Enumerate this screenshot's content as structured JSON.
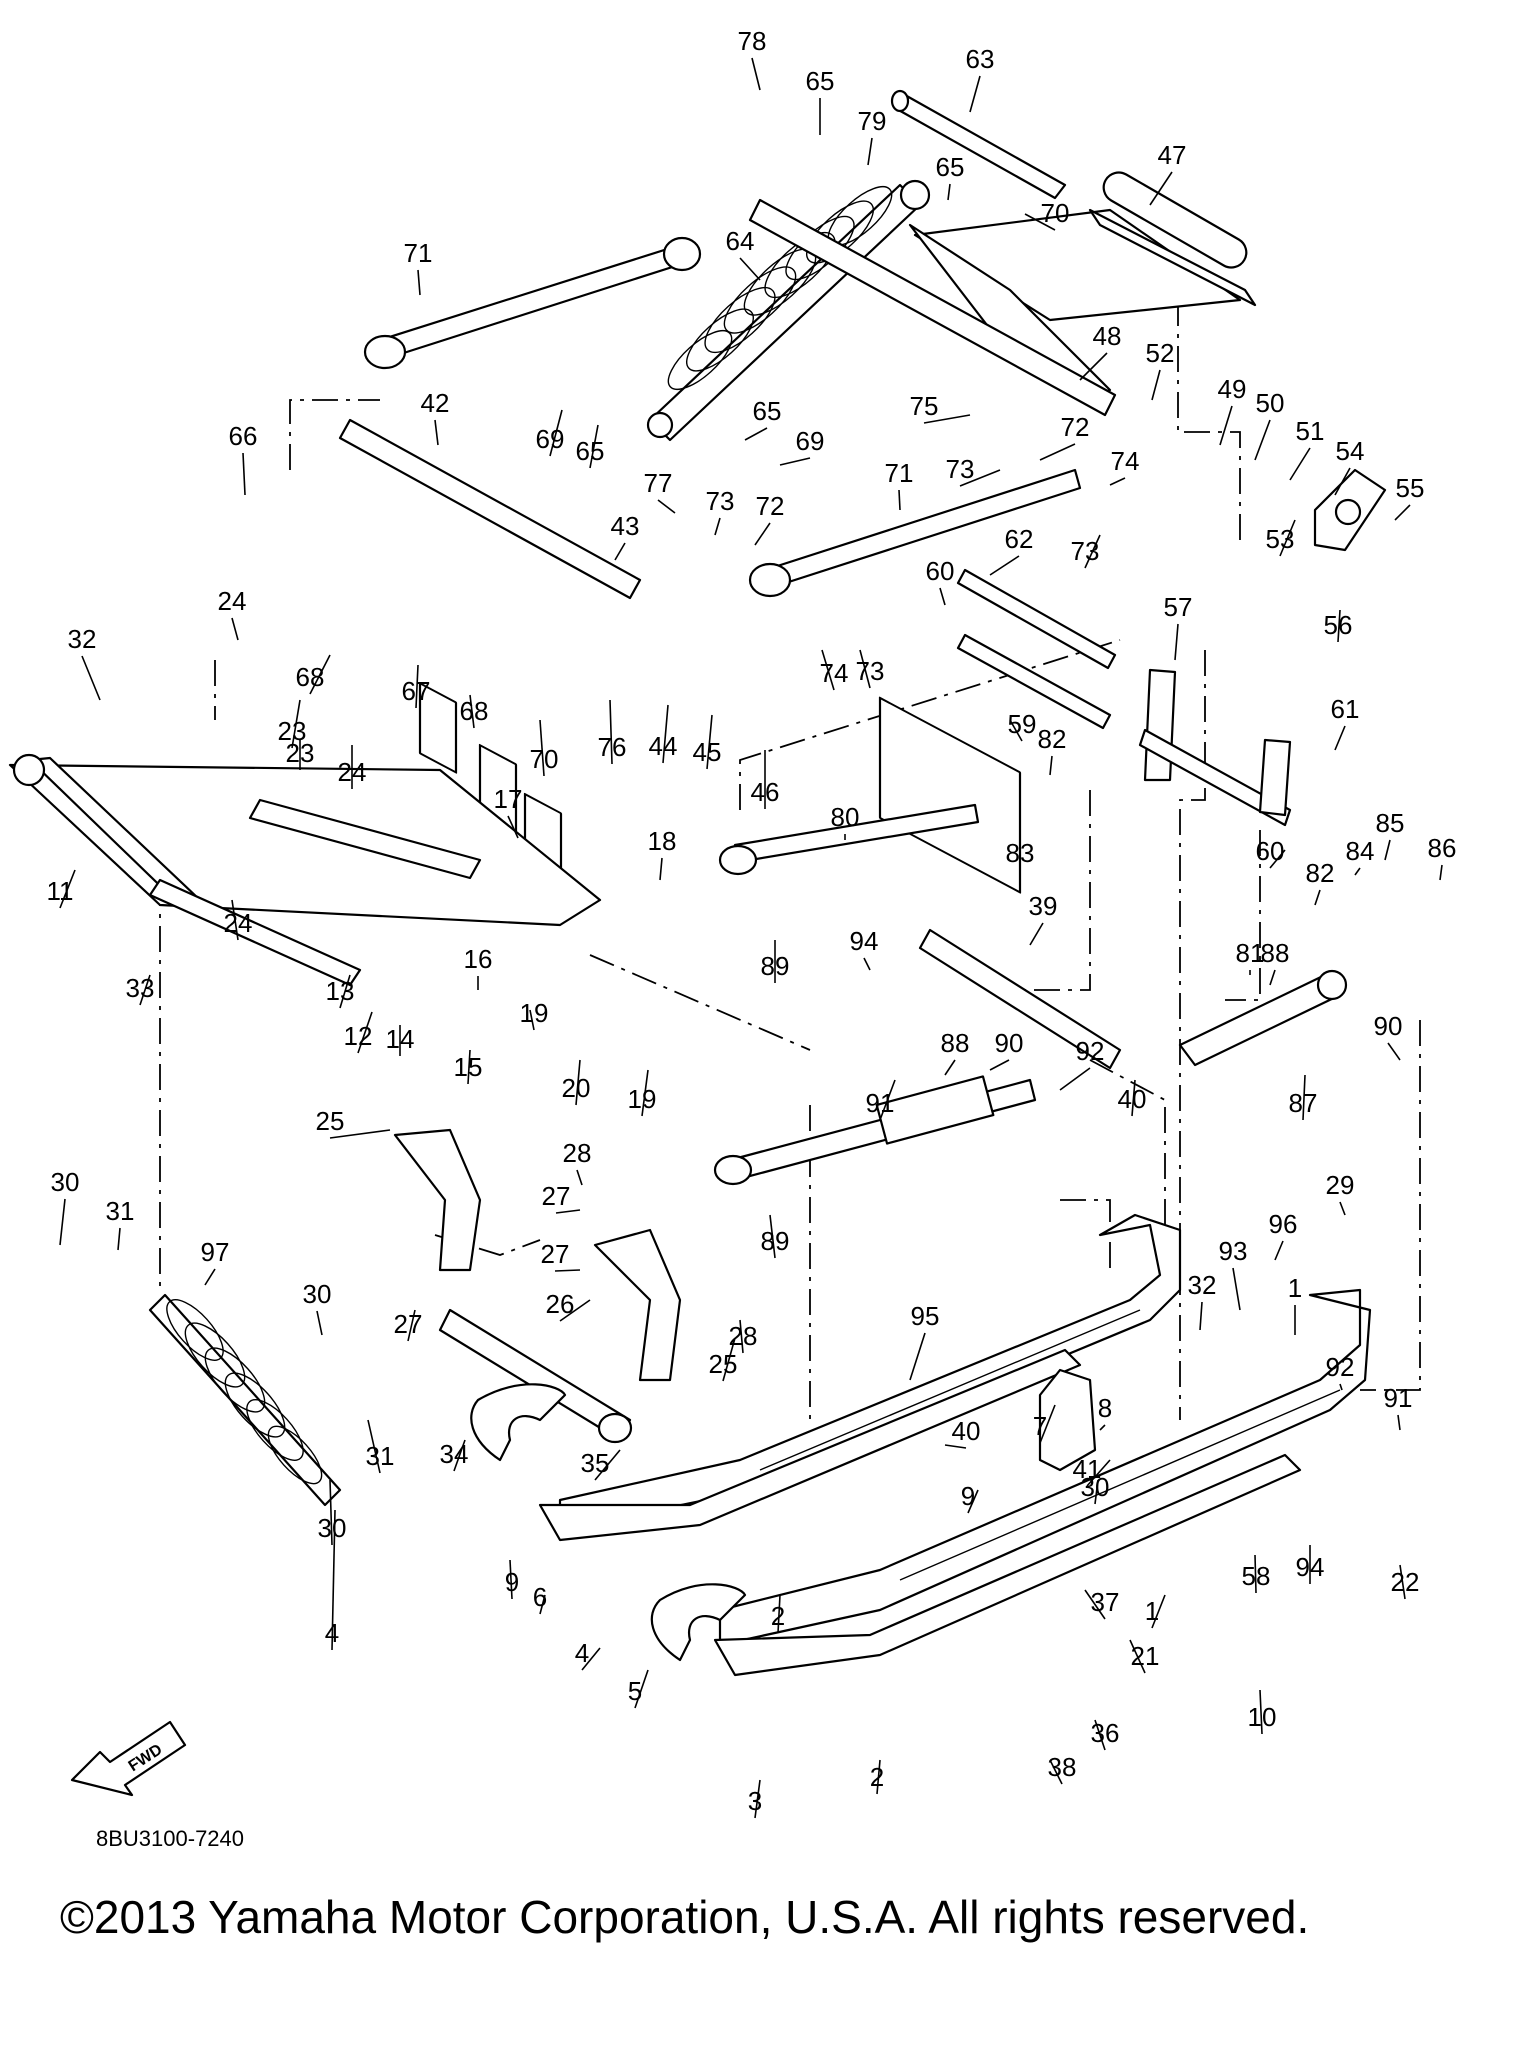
{
  "diagram": {
    "code": "8BU3100-7240",
    "copyright": "©2013 Yamaha Motor Corporation, U.S.A. All rights reserved.",
    "fwd_label": "FWD",
    "callouts": [
      {
        "n": "78"
      },
      {
        "n": "65"
      },
      {
        "n": "63"
      },
      {
        "n": "79"
      },
      {
        "n": "65"
      },
      {
        "n": "70"
      },
      {
        "n": "47"
      },
      {
        "n": "71"
      },
      {
        "n": "64"
      },
      {
        "n": "48"
      },
      {
        "n": "52"
      },
      {
        "n": "49"
      },
      {
        "n": "50"
      },
      {
        "n": "51"
      },
      {
        "n": "54"
      },
      {
        "n": "55"
      },
      {
        "n": "69"
      },
      {
        "n": "65"
      },
      {
        "n": "42"
      },
      {
        "n": "65"
      },
      {
        "n": "69"
      },
      {
        "n": "75"
      },
      {
        "n": "72"
      },
      {
        "n": "73"
      },
      {
        "n": "74"
      },
      {
        "n": "53"
      },
      {
        "n": "66"
      },
      {
        "n": "77"
      },
      {
        "n": "73"
      },
      {
        "n": "72"
      },
      {
        "n": "71"
      },
      {
        "n": "73"
      },
      {
        "n": "43"
      },
      {
        "n": "62"
      },
      {
        "n": "56"
      },
      {
        "n": "60"
      },
      {
        "n": "57"
      },
      {
        "n": "24"
      },
      {
        "n": "68"
      },
      {
        "n": "32"
      },
      {
        "n": "23"
      },
      {
        "n": "67"
      },
      {
        "n": "68"
      },
      {
        "n": "76"
      },
      {
        "n": "44"
      },
      {
        "n": "45"
      },
      {
        "n": "46"
      },
      {
        "n": "74"
      },
      {
        "n": "73"
      },
      {
        "n": "59"
      },
      {
        "n": "61"
      },
      {
        "n": "70"
      },
      {
        "n": "24"
      },
      {
        "n": "23"
      },
      {
        "n": "82"
      },
      {
        "n": "80"
      },
      {
        "n": "17"
      },
      {
        "n": "83"
      },
      {
        "n": "60"
      },
      {
        "n": "18"
      },
      {
        "n": "85"
      },
      {
        "n": "84"
      },
      {
        "n": "86"
      },
      {
        "n": "11"
      },
      {
        "n": "24"
      },
      {
        "n": "82"
      },
      {
        "n": "89"
      },
      {
        "n": "39"
      },
      {
        "n": "81"
      },
      {
        "n": "94"
      },
      {
        "n": "88"
      },
      {
        "n": "33"
      },
      {
        "n": "13"
      },
      {
        "n": "12"
      },
      {
        "n": "16"
      },
      {
        "n": "19"
      },
      {
        "n": "14"
      },
      {
        "n": "15"
      },
      {
        "n": "20"
      },
      {
        "n": "19"
      },
      {
        "n": "91"
      },
      {
        "n": "88"
      },
      {
        "n": "90"
      },
      {
        "n": "92"
      },
      {
        "n": "40"
      },
      {
        "n": "87"
      },
      {
        "n": "90"
      },
      {
        "n": "25"
      },
      {
        "n": "28"
      },
      {
        "n": "27"
      },
      {
        "n": "89"
      },
      {
        "n": "30"
      },
      {
        "n": "31"
      },
      {
        "n": "97"
      },
      {
        "n": "29"
      },
      {
        "n": "27"
      },
      {
        "n": "96"
      },
      {
        "n": "93"
      },
      {
        "n": "26"
      },
      {
        "n": "30"
      },
      {
        "n": "28"
      },
      {
        "n": "1"
      },
      {
        "n": "95"
      },
      {
        "n": "32"
      },
      {
        "n": "27"
      },
      {
        "n": "25"
      },
      {
        "n": "92"
      },
      {
        "n": "8"
      },
      {
        "n": "91"
      },
      {
        "n": "7"
      },
      {
        "n": "30"
      },
      {
        "n": "31"
      },
      {
        "n": "34"
      },
      {
        "n": "35"
      },
      {
        "n": "9"
      },
      {
        "n": "22"
      },
      {
        "n": "40"
      },
      {
        "n": "58"
      },
      {
        "n": "94"
      },
      {
        "n": "41"
      },
      {
        "n": "30"
      },
      {
        "n": "4"
      },
      {
        "n": "9"
      },
      {
        "n": "1"
      },
      {
        "n": "2"
      },
      {
        "n": "6"
      },
      {
        "n": "10"
      },
      {
        "n": "4"
      },
      {
        "n": "21"
      },
      {
        "n": "37"
      },
      {
        "n": "5"
      },
      {
        "n": "38"
      },
      {
        "n": "36"
      },
      {
        "n": "2"
      },
      {
        "n": "3"
      }
    ]
  }
}
